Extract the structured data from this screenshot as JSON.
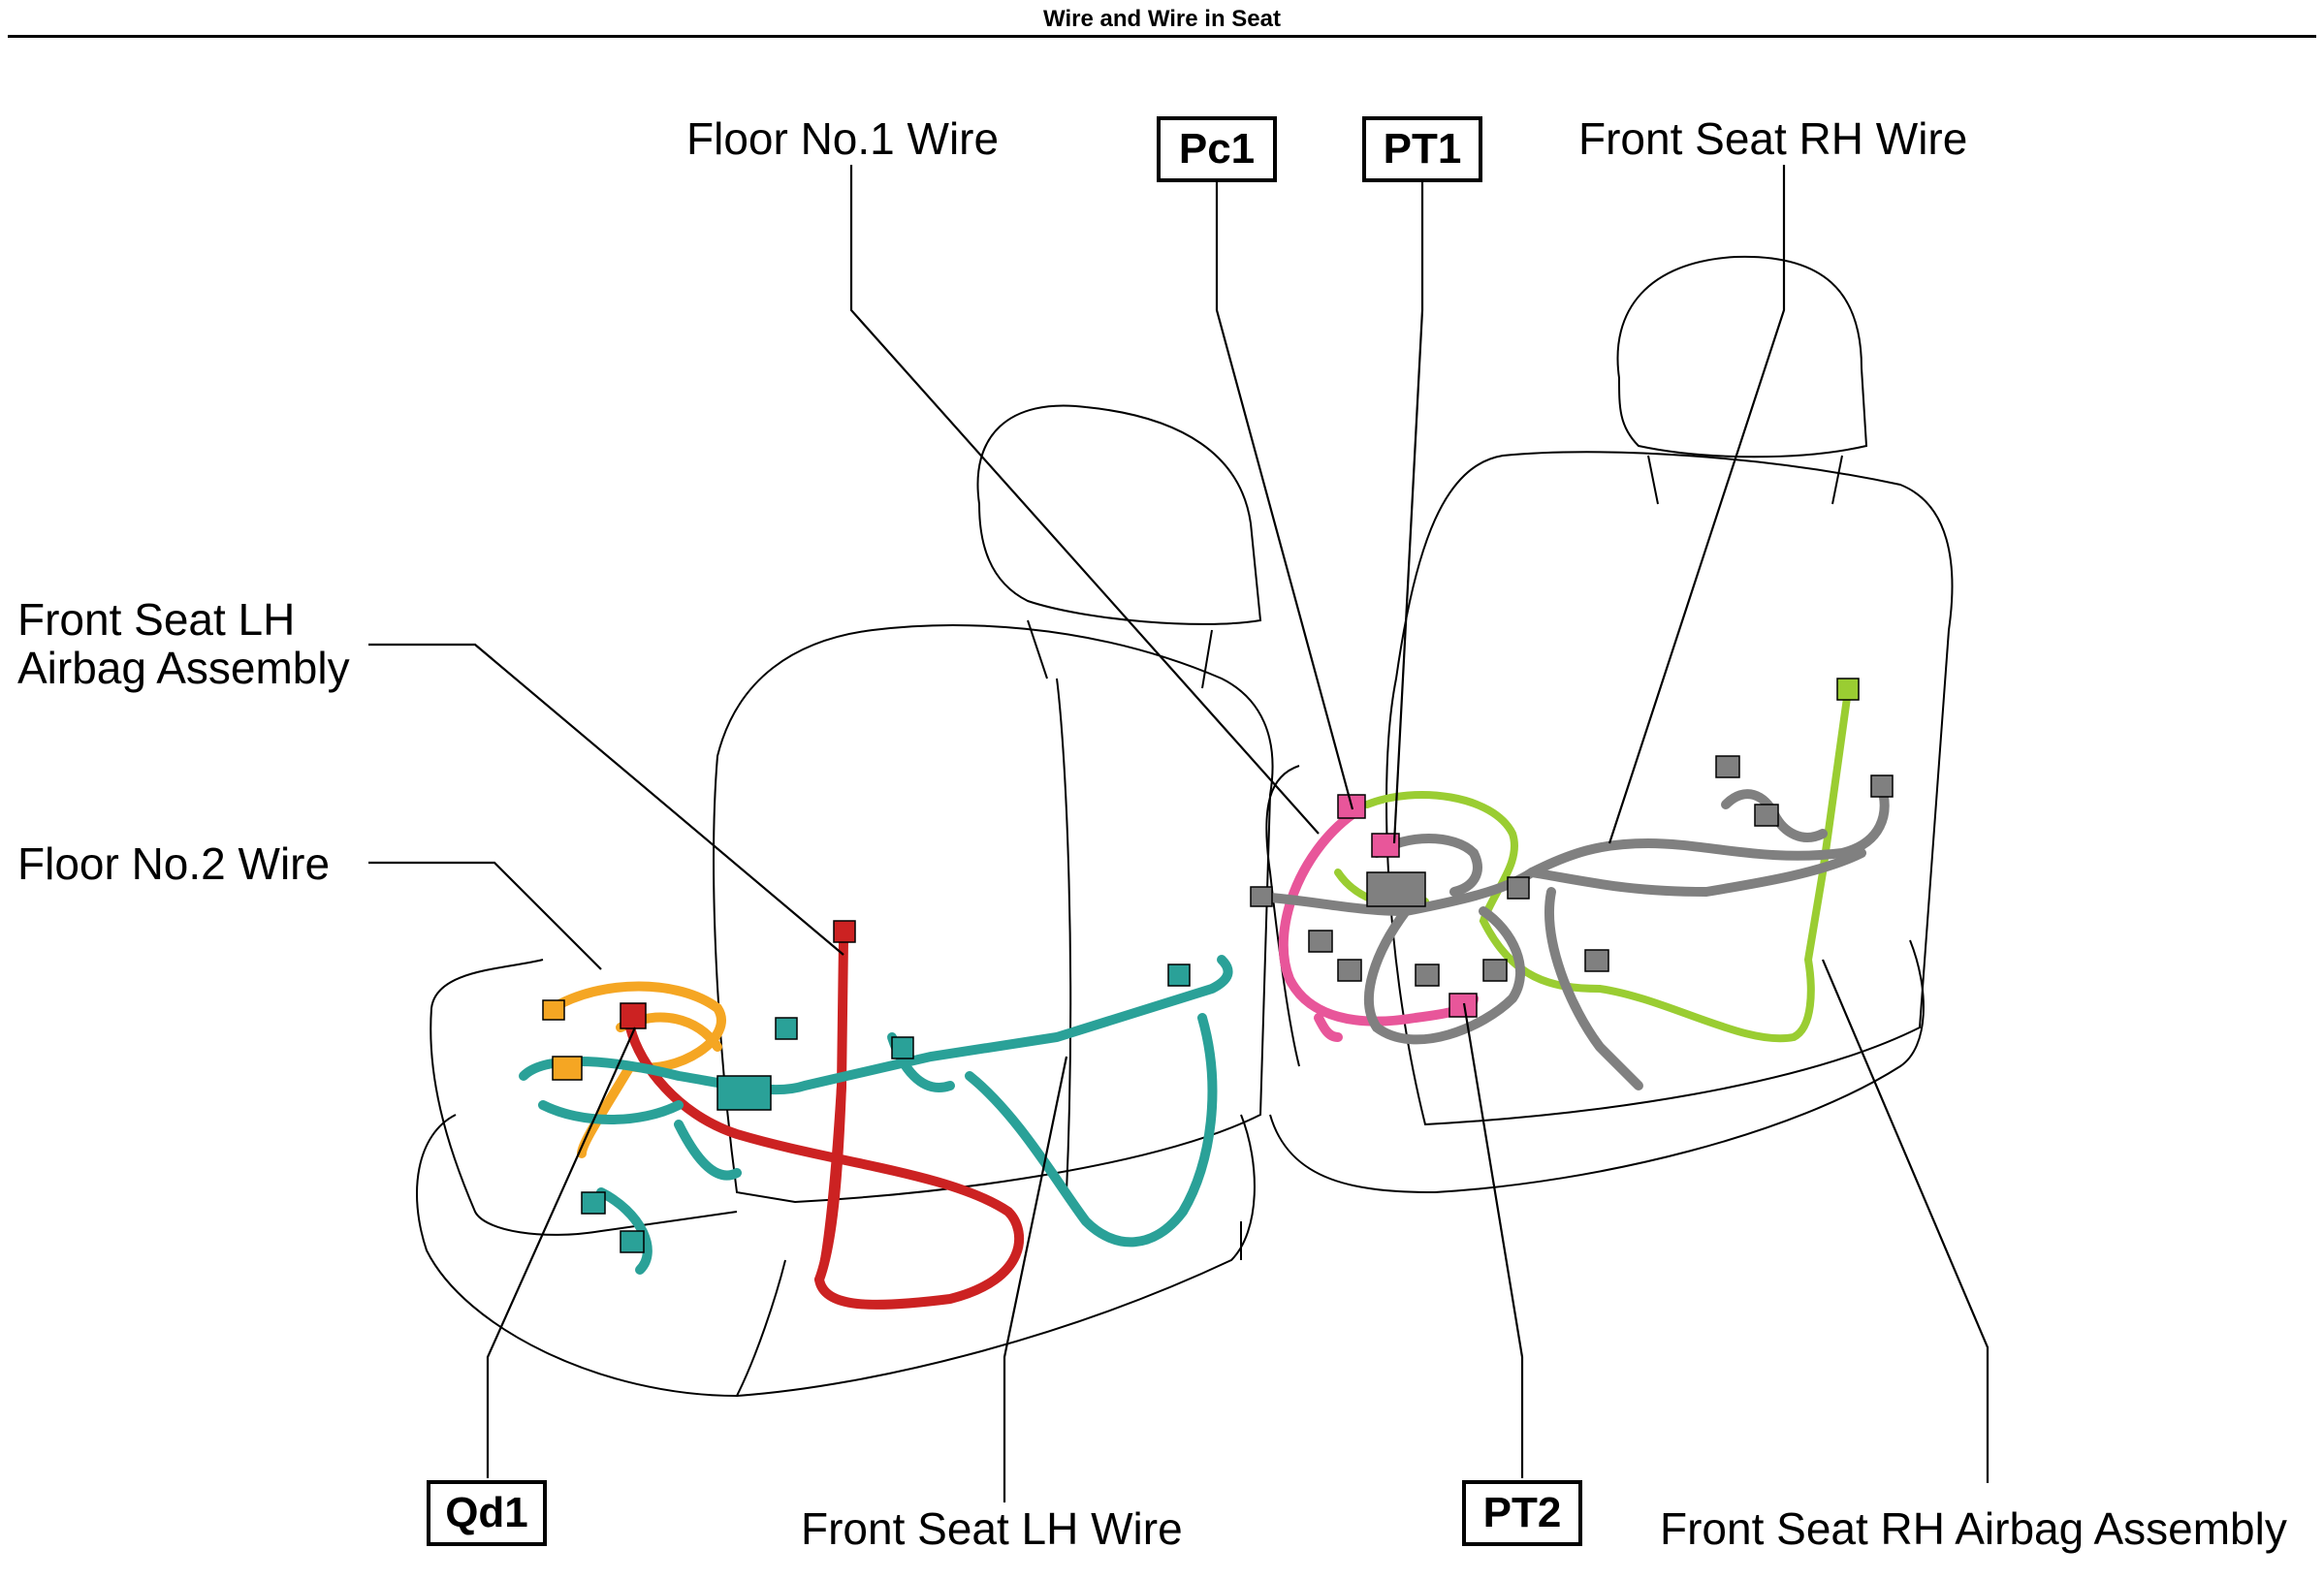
{
  "header": {
    "title": "Wire and Wire in Seat"
  },
  "labels": {
    "floor_no1_wire": "Floor No.1 Wire",
    "front_seat_rh_wire": "Front Seat RH Wire",
    "front_seat_lh_airbag_line1": "Front Seat LH",
    "front_seat_lh_airbag_line2": "Airbag Assembly",
    "floor_no2_wire": "Floor No.2 Wire",
    "front_seat_lh_wire": "Front Seat LH Wire",
    "front_seat_rh_airbag_assembly": "Front Seat RH Airbag Assembly"
  },
  "connectors": {
    "pc1": "Pc1",
    "pt1": "PT1",
    "pt2": "PT2",
    "qd1": "Qd1"
  },
  "colors": {
    "floor_no1_wire": "#cc2222",
    "floor_no2_wire": "#f5a623",
    "front_seat_lh_wire": "#2aa198",
    "front_seat_rh_wire": "#808080",
    "pink_wire": "#e8569a",
    "airbag_wire_rh": "#9acd32",
    "outline": "#000000"
  }
}
